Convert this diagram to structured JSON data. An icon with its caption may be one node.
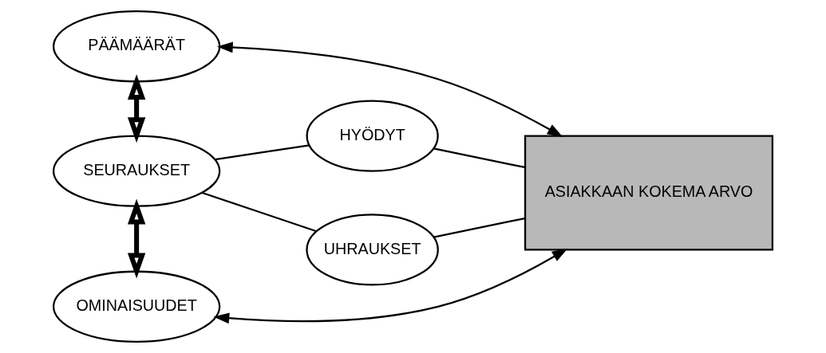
{
  "diagram": {
    "nodes": [
      {
        "text": [
          "PÄÄMÄÄRÄT"
        ]
      },
      {
        "text": [
          "SEURAUKSET"
        ]
      },
      {
        "text": [
          "OMINAISUUDET"
        ]
      },
      {
        "text": [
          "HYÖDYT"
        ]
      },
      {
        "text": [
          "UHRAUKSET"
        ]
      },
      {
        "text": [
          "ASIAKKAAN KOKEMA ARVO"
        ]
      }
    ],
    "edges": [
      {
        "from": 0,
        "to": 1,
        "arrow": "both",
        "style": "thick"
      },
      {
        "from": 1,
        "to": 2,
        "arrow": "both",
        "style": "thick"
      },
      {
        "from": 1,
        "to": 3,
        "arrow": "none"
      },
      {
        "from": 1,
        "to": 4,
        "arrow": "none"
      },
      {
        "from": 3,
        "to": 5,
        "arrow": "none"
      },
      {
        "from": 4,
        "to": 5,
        "arrow": "none"
      },
      {
        "from": 0,
        "to": 5,
        "arrow": "both"
      },
      {
        "from": 2,
        "to": 5,
        "arrow": "both"
      }
    ]
  }
}
